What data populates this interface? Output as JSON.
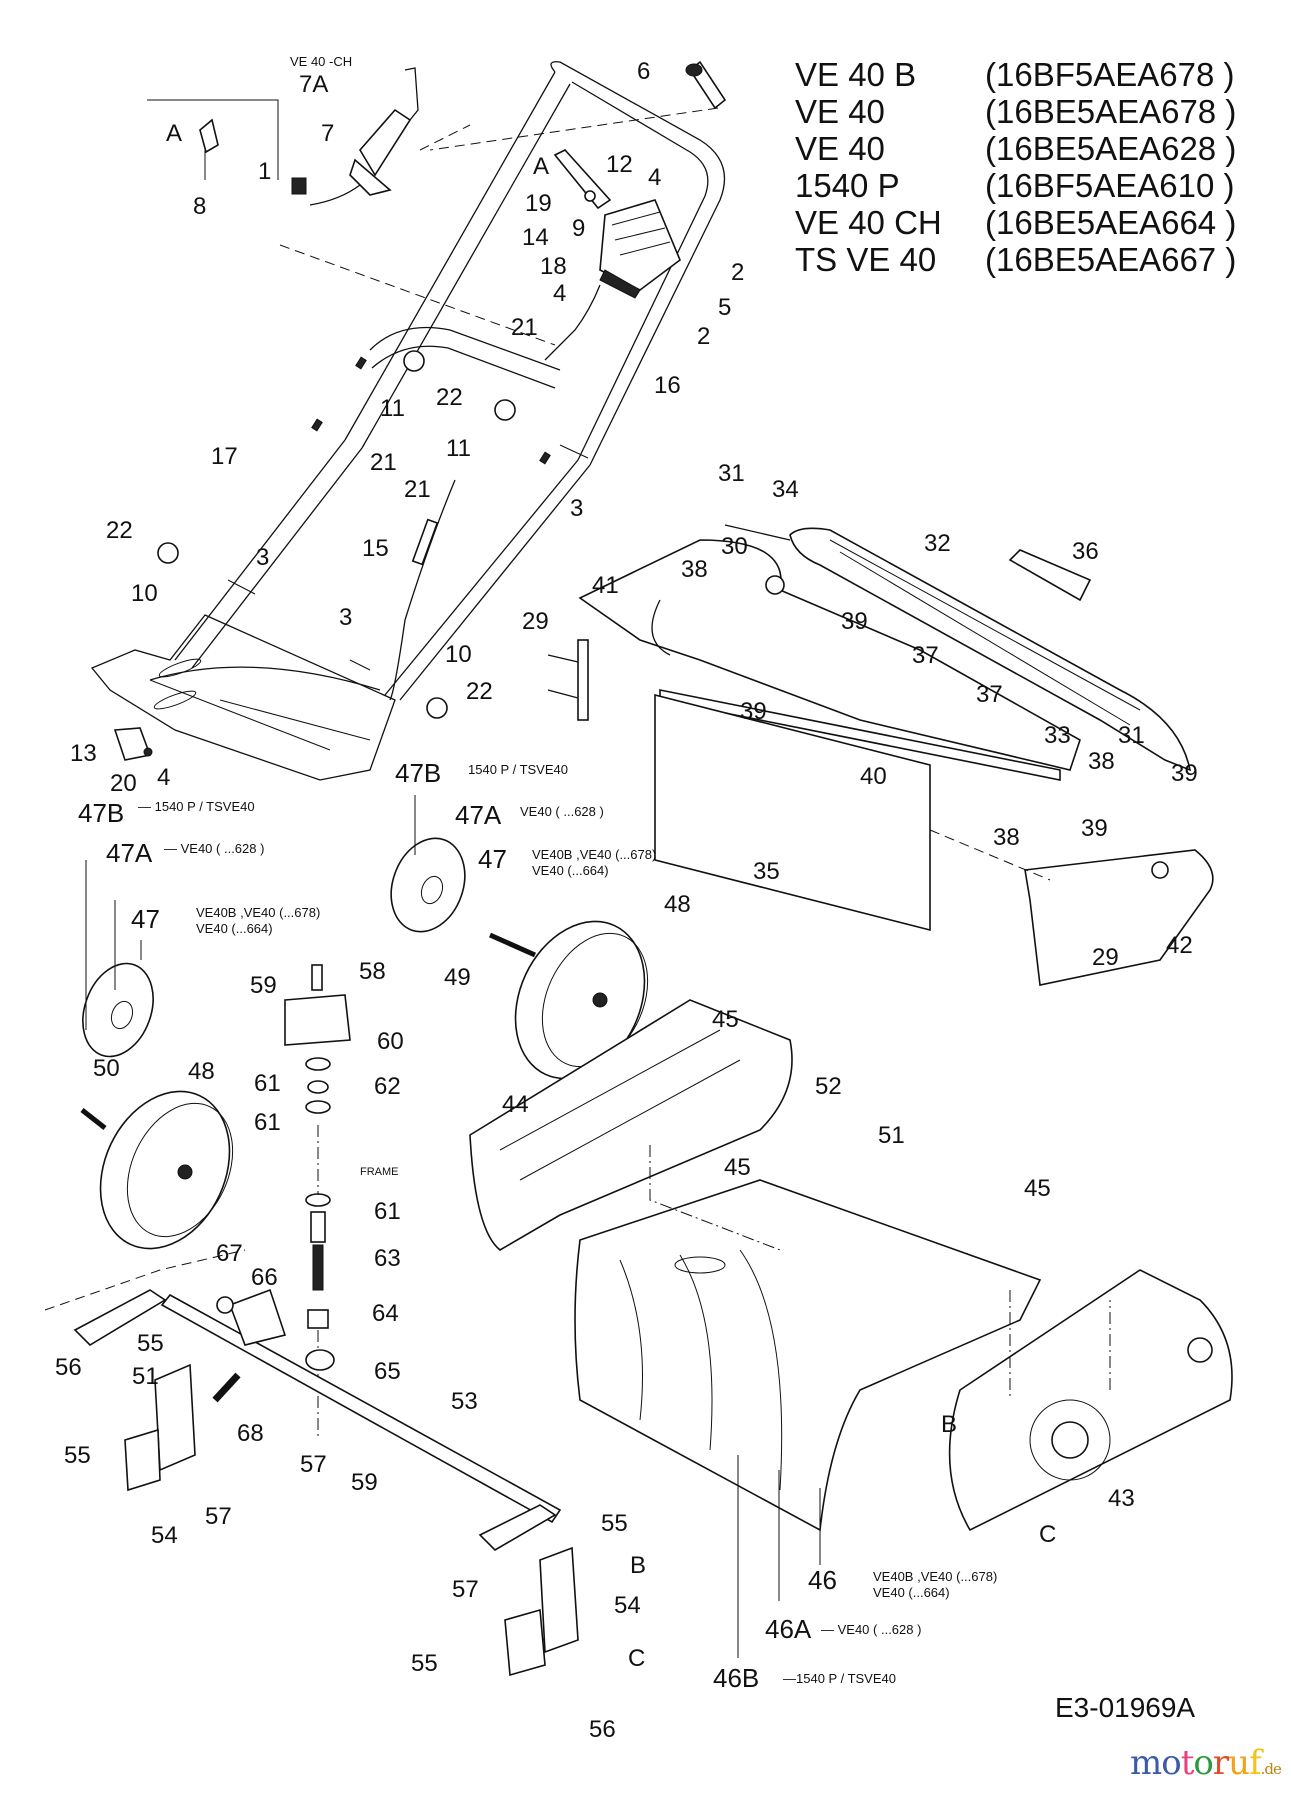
{
  "diagram": {
    "title": "Exploded parts diagram - verticutter frame, handle, wheels and deck",
    "drawing_number": "E3-01969A",
    "watermark": {
      "text": "motoruf",
      "suffix": ".de",
      "letter_colors": [
        "#3b5ba9",
        "#3b5ba9",
        "#e8417f",
        "#2e9a3e",
        "#e24a2a",
        "#f0a21a",
        "#f0c419"
      ]
    },
    "models": [
      {
        "name": "VE 40 B",
        "code": "(16BF5AEA678 )"
      },
      {
        "name": "VE 40",
        "code": "(16BE5AEA678 )"
      },
      {
        "name": "VE 40",
        "code": "(16BE5AEA628 )"
      },
      {
        "name": "1540 P",
        "code": "(16BF5AEA610 )"
      },
      {
        "name": "VE 40 CH",
        "code": "(16BE5AEA664 )"
      },
      {
        "name": "TS VE 40",
        "code": "(16BE5AEA667 )"
      }
    ],
    "variant_notes": {
      "ve40_ch": "VE 40 -CH",
      "frame": "FRAME",
      "v47b_top": "1540 P / TSVE40",
      "v47a_top": "VE40 ( ...628 )",
      "v47_top_1": "VE40B ,VE40 (...678)",
      "v47_top_2": "VE40 (...664)",
      "v47b_left": "— 1540 P / TSVE40",
      "v47a_left": "— VE40 ( ...628 )",
      "v47_left_1": "VE40B ,VE40 (...678)",
      "v47_left_2": "VE40 (...664)",
      "v46_1": "VE40B ,VE40 (...678)",
      "v46_2": "VE40 (...664)",
      "v46a": "— VE40 ( ...628 )",
      "v46b": "—1540 P / TSVE40"
    },
    "callouts": [
      {
        "id": "c-7a",
        "text": "7A"
      },
      {
        "id": "c-7",
        "text": "7"
      },
      {
        "id": "c-a1",
        "text": "A"
      },
      {
        "id": "c-1",
        "text": "1"
      },
      {
        "id": "c-8",
        "text": "8"
      },
      {
        "id": "c-6",
        "text": "6"
      },
      {
        "id": "c-a2",
        "text": "A"
      },
      {
        "id": "c-12",
        "text": "12"
      },
      {
        "id": "c-4a",
        "text": "4"
      },
      {
        "id": "c-19",
        "text": "19"
      },
      {
        "id": "c-9",
        "text": "9"
      },
      {
        "id": "c-14",
        "text": "14"
      },
      {
        "id": "c-18",
        "text": "18"
      },
      {
        "id": "c-2a",
        "text": "2"
      },
      {
        "id": "c-5",
        "text": "5"
      },
      {
        "id": "c-4b",
        "text": "4"
      },
      {
        "id": "c-2b",
        "text": "2"
      },
      {
        "id": "c-21a",
        "text": "21"
      },
      {
        "id": "c-16",
        "text": "16"
      },
      {
        "id": "c-11a",
        "text": "11"
      },
      {
        "id": "c-22a",
        "text": "22"
      },
      {
        "id": "c-11b",
        "text": "11"
      },
      {
        "id": "c-17",
        "text": "17"
      },
      {
        "id": "c-21b",
        "text": "21"
      },
      {
        "id": "c-3a",
        "text": "3"
      },
      {
        "id": "c-21c",
        "text": "21"
      },
      {
        "id": "c-15",
        "text": "15"
      },
      {
        "id": "c-22b",
        "text": "22"
      },
      {
        "id": "c-3b",
        "text": "3"
      },
      {
        "id": "c-10a",
        "text": "10"
      },
      {
        "id": "c-3c",
        "text": "3"
      },
      {
        "id": "c-10b",
        "text": "10"
      },
      {
        "id": "c-22c",
        "text": "22"
      },
      {
        "id": "c-13",
        "text": "13"
      },
      {
        "id": "c-20",
        "text": "20"
      },
      {
        "id": "c-4c",
        "text": "4"
      },
      {
        "id": "c-31a",
        "text": "31"
      },
      {
        "id": "c-34",
        "text": "34"
      },
      {
        "id": "c-30",
        "text": "30"
      },
      {
        "id": "c-32",
        "text": "32"
      },
      {
        "id": "c-36",
        "text": "36"
      },
      {
        "id": "c-41",
        "text": "41"
      },
      {
        "id": "c-38a",
        "text": "38"
      },
      {
        "id": "c-39a",
        "text": "39"
      },
      {
        "id": "c-29a",
        "text": "29"
      },
      {
        "id": "c-39b",
        "text": "39"
      },
      {
        "id": "c-37a",
        "text": "37"
      },
      {
        "id": "c-37b",
        "text": "37"
      },
      {
        "id": "c-33",
        "text": "33"
      },
      {
        "id": "c-31b",
        "text": "31"
      },
      {
        "id": "c-40",
        "text": "40"
      },
      {
        "id": "c-38b",
        "text": "38"
      },
      {
        "id": "c-39c",
        "text": "39"
      },
      {
        "id": "c-38c",
        "text": "38"
      },
      {
        "id": "c-39d",
        "text": "39"
      },
      {
        "id": "c-35",
        "text": "35"
      },
      {
        "id": "c-42",
        "text": "42"
      },
      {
        "id": "c-29b",
        "text": "29"
      },
      {
        "id": "c-47b-top",
        "text": "47B"
      },
      {
        "id": "c-47a-top",
        "text": "47A"
      },
      {
        "id": "c-47-top",
        "text": "47"
      },
      {
        "id": "c-48a",
        "text": "48"
      },
      {
        "id": "c-49",
        "text": "49"
      },
      {
        "id": "c-47b-left",
        "text": "47B"
      },
      {
        "id": "c-47a-left",
        "text": "47A"
      },
      {
        "id": "c-47-left",
        "text": "47"
      },
      {
        "id": "c-59a",
        "text": "59"
      },
      {
        "id": "c-58",
        "text": "58"
      },
      {
        "id": "c-60",
        "text": "60"
      },
      {
        "id": "c-61a",
        "text": "61"
      },
      {
        "id": "c-62",
        "text": "62"
      },
      {
        "id": "c-61b",
        "text": "61"
      },
      {
        "id": "c-50",
        "text": "50"
      },
      {
        "id": "c-48b",
        "text": "48"
      },
      {
        "id": "c-61c",
        "text": "61"
      },
      {
        "id": "c-63",
        "text": "63"
      },
      {
        "id": "c-67",
        "text": "67"
      },
      {
        "id": "c-66",
        "text": "66"
      },
      {
        "id": "c-64",
        "text": "64"
      },
      {
        "id": "c-55a",
        "text": "55"
      },
      {
        "id": "c-56a",
        "text": "56"
      },
      {
        "id": "c-51a",
        "text": "51"
      },
      {
        "id": "c-65",
        "text": "65"
      },
      {
        "id": "c-68",
        "text": "68"
      },
      {
        "id": "c-53",
        "text": "53"
      },
      {
        "id": "c-55b",
        "text": "55"
      },
      {
        "id": "c-57a",
        "text": "57"
      },
      {
        "id": "c-59b",
        "text": "59"
      },
      {
        "id": "c-54a",
        "text": "54"
      },
      {
        "id": "c-57b",
        "text": "57"
      },
      {
        "id": "c-55c",
        "text": "55"
      },
      {
        "id": "c-b1",
        "text": "B"
      },
      {
        "id": "c-57c",
        "text": "57"
      },
      {
        "id": "c-54b",
        "text": "54"
      },
      {
        "id": "c-c1",
        "text": "C"
      },
      {
        "id": "c-55d",
        "text": "55"
      },
      {
        "id": "c-56b",
        "text": "56"
      },
      {
        "id": "c-45a",
        "text": "45"
      },
      {
        "id": "c-44",
        "text": "44"
      },
      {
        "id": "c-52",
        "text": "52"
      },
      {
        "id": "c-51b",
        "text": "51"
      },
      {
        "id": "c-45b",
        "text": "45"
      },
      {
        "id": "c-45c",
        "text": "45"
      },
      {
        "id": "c-b2",
        "text": "B"
      },
      {
        "id": "c-43",
        "text": "43"
      },
      {
        "id": "c-c2",
        "text": "C"
      },
      {
        "id": "c-46",
        "text": "46"
      },
      {
        "id": "c-46a",
        "text": "46A"
      },
      {
        "id": "c-46b",
        "text": "46B"
      }
    ]
  }
}
